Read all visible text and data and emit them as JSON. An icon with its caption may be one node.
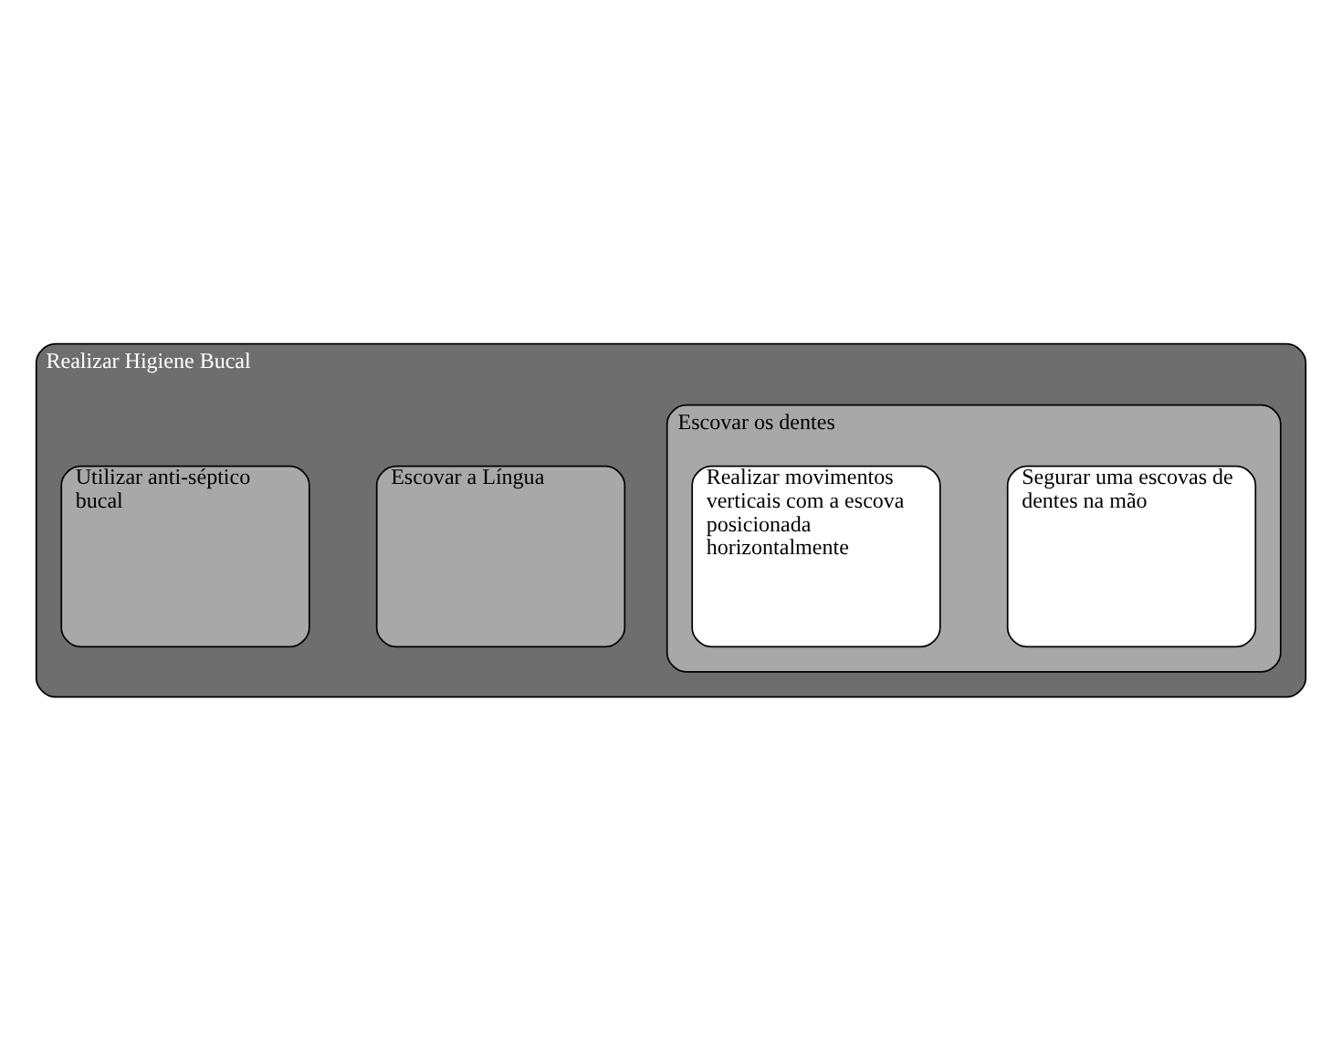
{
  "diagram": {
    "nodes": [
      {
        "text": [
          "Realizar Higiene Bucal"
        ]
      },
      {
        "text": [
          "Escovar a Língua"
        ],
        "in": 0
      },
      {
        "text": [
          "Utilizar anti-séptico bucal"
        ],
        "in": 0
      },
      {
        "text": [
          "Escovar os dentes"
        ],
        "in": 0
      },
      {
        "text": [
          "Segurar uma escovas de dentes na mão"
        ],
        "in": 3
      },
      {
        "text": [
          "Realizar movimentos verticais com a escova posicionada horizontalmente"
        ],
        "in": 3
      }
    ]
  }
}
